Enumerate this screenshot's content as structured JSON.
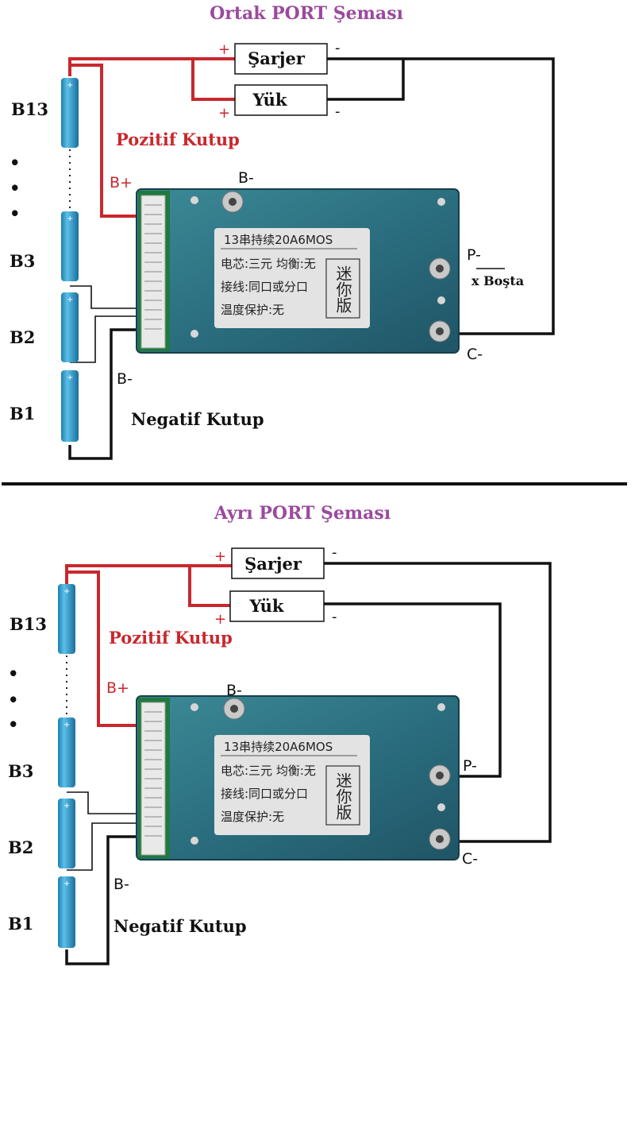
{
  "diagrams": [
    {
      "title": "Ortak PORT Şeması",
      "charger_label": "Şarjer",
      "load_label": "Yük",
      "positive_label": "Pozitif Kutup",
      "negative_label": "Negatif Kutup",
      "cell_labels": [
        "B13",
        "B3",
        "B2",
        "B1"
      ],
      "ellipsis": [
        "•",
        "•",
        "•"
      ],
      "b_plus": "B+",
      "b_minus_top": "B-",
      "b_minus_bottom": "B-",
      "p_minus": "P-",
      "p_note": "x Boşta",
      "c_minus": "C-",
      "plus_sign": "+",
      "minus_sign": "-"
    },
    {
      "title": "Ayrı PORT Şeması",
      "charger_label": "Şarjer",
      "load_label": "Yük",
      "positive_label": "Pozitif Kutup",
      "negative_label": "Negatif Kutup",
      "cell_labels": [
        "B13",
        "B3",
        "B2",
        "B1"
      ],
      "ellipsis": [
        "•",
        "•",
        "•"
      ],
      "b_plus": "B+",
      "b_minus_top": "B-",
      "b_minus_bottom": "B-",
      "p_minus": "P-",
      "c_minus": "C-",
      "plus_sign": "+",
      "minus_sign": "-"
    }
  ],
  "bms_board": {
    "line1": "13串持续20A6MOS",
    "line2": "电芯:三元 均衡:无",
    "line3": "接线:同口或分口",
    "line4": "温度保护:无",
    "side_text": "迷你版"
  },
  "colors": {
    "positive_wire": "#c8282d",
    "negative_wire": "#111111",
    "title": "#9b4a9e",
    "cell": "#3aa0d0",
    "board": "#2f6e7e"
  }
}
